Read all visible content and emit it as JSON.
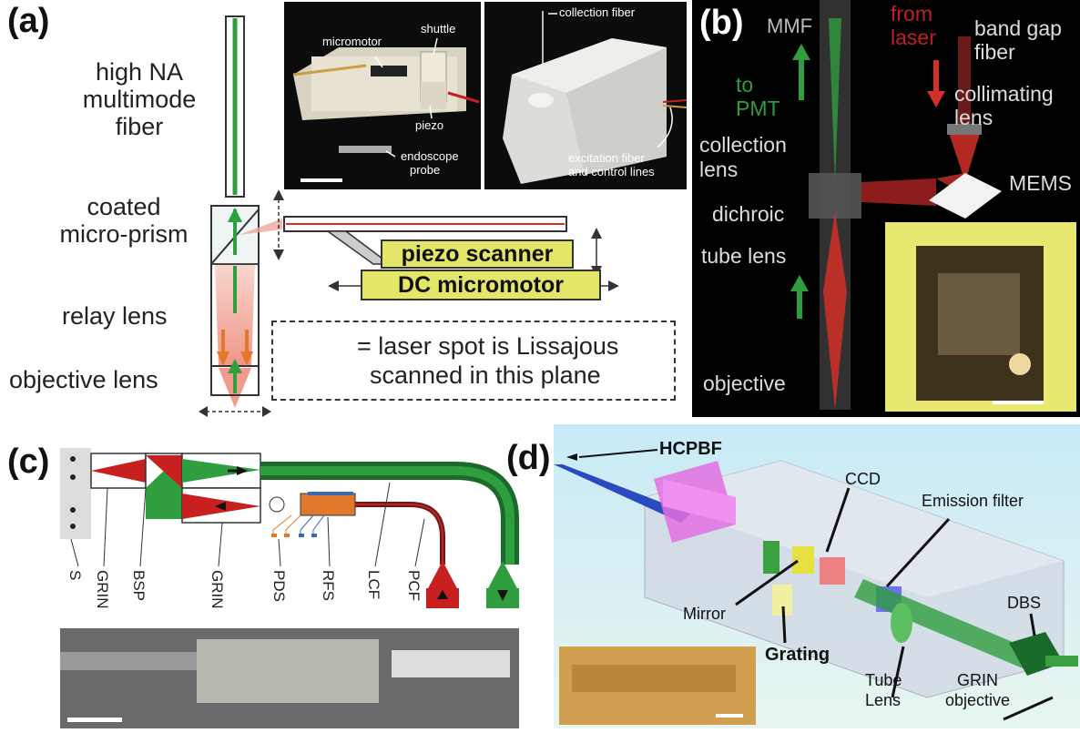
{
  "panel_a": {
    "letter": "(a)",
    "fiber_label": [
      "high NA",
      "multimode",
      "fiber"
    ],
    "prism_label": [
      "coated",
      "micro-prism"
    ],
    "relay_label": "relay lens",
    "objective_label": "objective lens",
    "piezo_label": "piezo scanner",
    "motor_label": "DC micromotor",
    "legend_line1": "= laser spot is Lissajous",
    "legend_line2": "scanned in this plane",
    "photo1_labels": {
      "micromotor": "micromotor",
      "shuttle": "shuttle",
      "piezo": "piezo",
      "probe1": "endoscope",
      "probe2": "probe"
    },
    "photo2_labels": {
      "collection": "collection fiber",
      "excitation1": "excitation fiber",
      "excitation2": "and control lines"
    }
  },
  "panel_b": {
    "letter": "(b)",
    "mmf": "MMF",
    "from_laser": [
      "from",
      "laser"
    ],
    "to_pmt": [
      "to",
      "PMT"
    ],
    "band_gap": [
      "band gap",
      "fiber"
    ],
    "collimating": [
      "collimating",
      "lens"
    ],
    "collection": [
      "collection",
      "lens"
    ],
    "mems": "MEMS",
    "dichroic": "dichroic",
    "tube_lens": "tube lens",
    "objective": "objective"
  },
  "panel_c": {
    "letter": "(c)",
    "labels": [
      "S",
      "GRIN",
      "BSP",
      "GRIN",
      "PDS",
      "RFS",
      "LCF",
      "PCF"
    ]
  },
  "panel_d": {
    "letter": "(d)",
    "hcpbf": "HCPBF",
    "ccd": "CCD",
    "emission": "Emission filter",
    "mirror": "Mirror",
    "grating": "Grating",
    "dbs": "DBS",
    "tube_lens": [
      "Tube",
      "Lens"
    ],
    "grin_obj": [
      "GRIN",
      "objective"
    ]
  },
  "colors": {
    "green": "#2e9e3e",
    "red": "#d23028",
    "yellow": "#e4e66a",
    "orange": "#e07a2a",
    "pink": "#f4c0b6"
  }
}
